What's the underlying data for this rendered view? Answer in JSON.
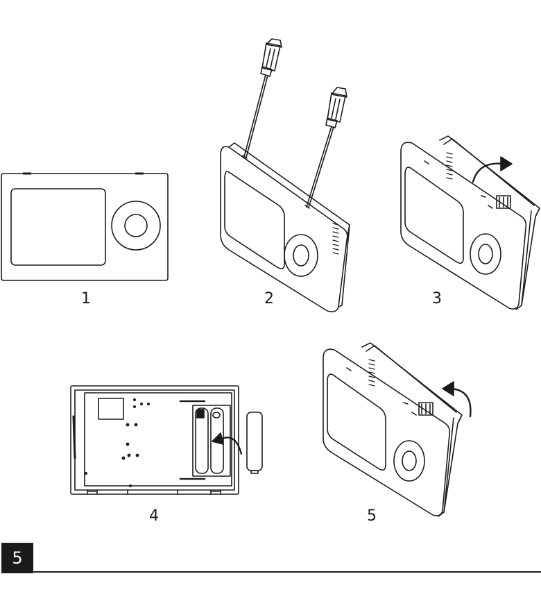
{
  "steps": [
    {
      "label": "1"
    },
    {
      "label": "2"
    },
    {
      "label": "3"
    },
    {
      "label": "4"
    },
    {
      "label": "5"
    }
  ],
  "page_badge": "5",
  "colors": {
    "line": "#1b1b1b",
    "badge_bg": "#1b1b1b",
    "badge_text": "#ffffff"
  }
}
